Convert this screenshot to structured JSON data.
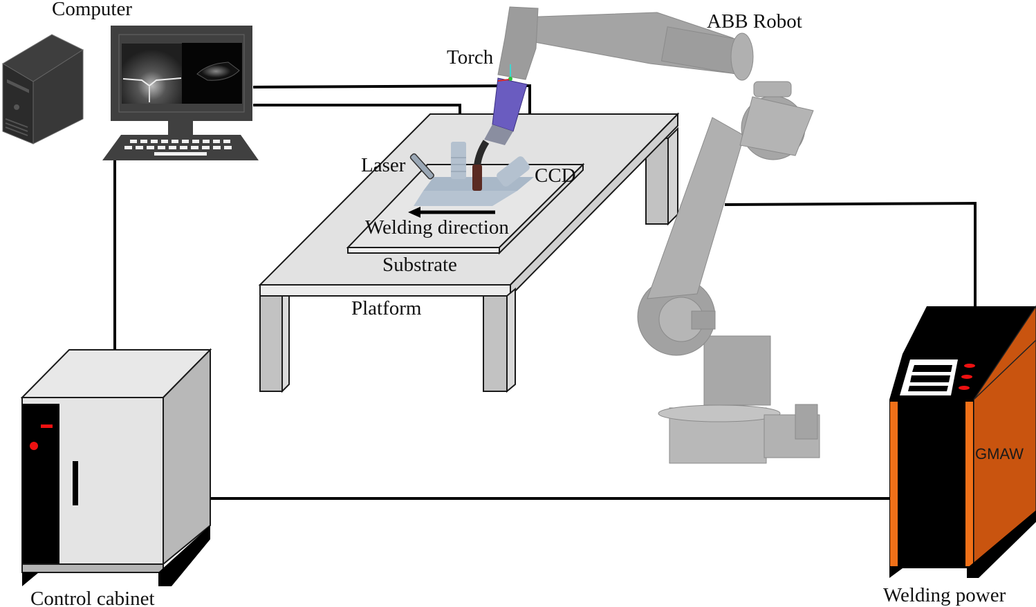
{
  "figure": {
    "title": "Laser-vision welding experimental setup",
    "labels": {
      "computer": "Computer",
      "abb_robot": "ABB Robot",
      "torch": "Torch",
      "laser": "Laser",
      "ccd": "CCD",
      "welding_direction": "Welding direction",
      "substrate": "Substrate",
      "platform": "Platform",
      "control_cabinet": "Control cabinet",
      "welding_power": "Welding power",
      "gmaw": "GMAW"
    },
    "connections": [
      {
        "from": "computer",
        "to": "torch"
      },
      {
        "from": "computer",
        "to": "laser"
      },
      {
        "from": "computer",
        "to": "control_cabinet"
      },
      {
        "from": "control_cabinet",
        "to": "welding_power"
      },
      {
        "from": "abb_robot",
        "to": "welding_power"
      }
    ],
    "colors": {
      "welding_power_orange": "#e8640f",
      "welding_power_side": "#c9540f",
      "indicator_red": "#ee1111",
      "platform_gray": "#e2e2e2",
      "robot_gray": "#a8a8a8",
      "torch_purple": "#6a5cc0",
      "monitor_dark": "#3a3a3a"
    }
  }
}
